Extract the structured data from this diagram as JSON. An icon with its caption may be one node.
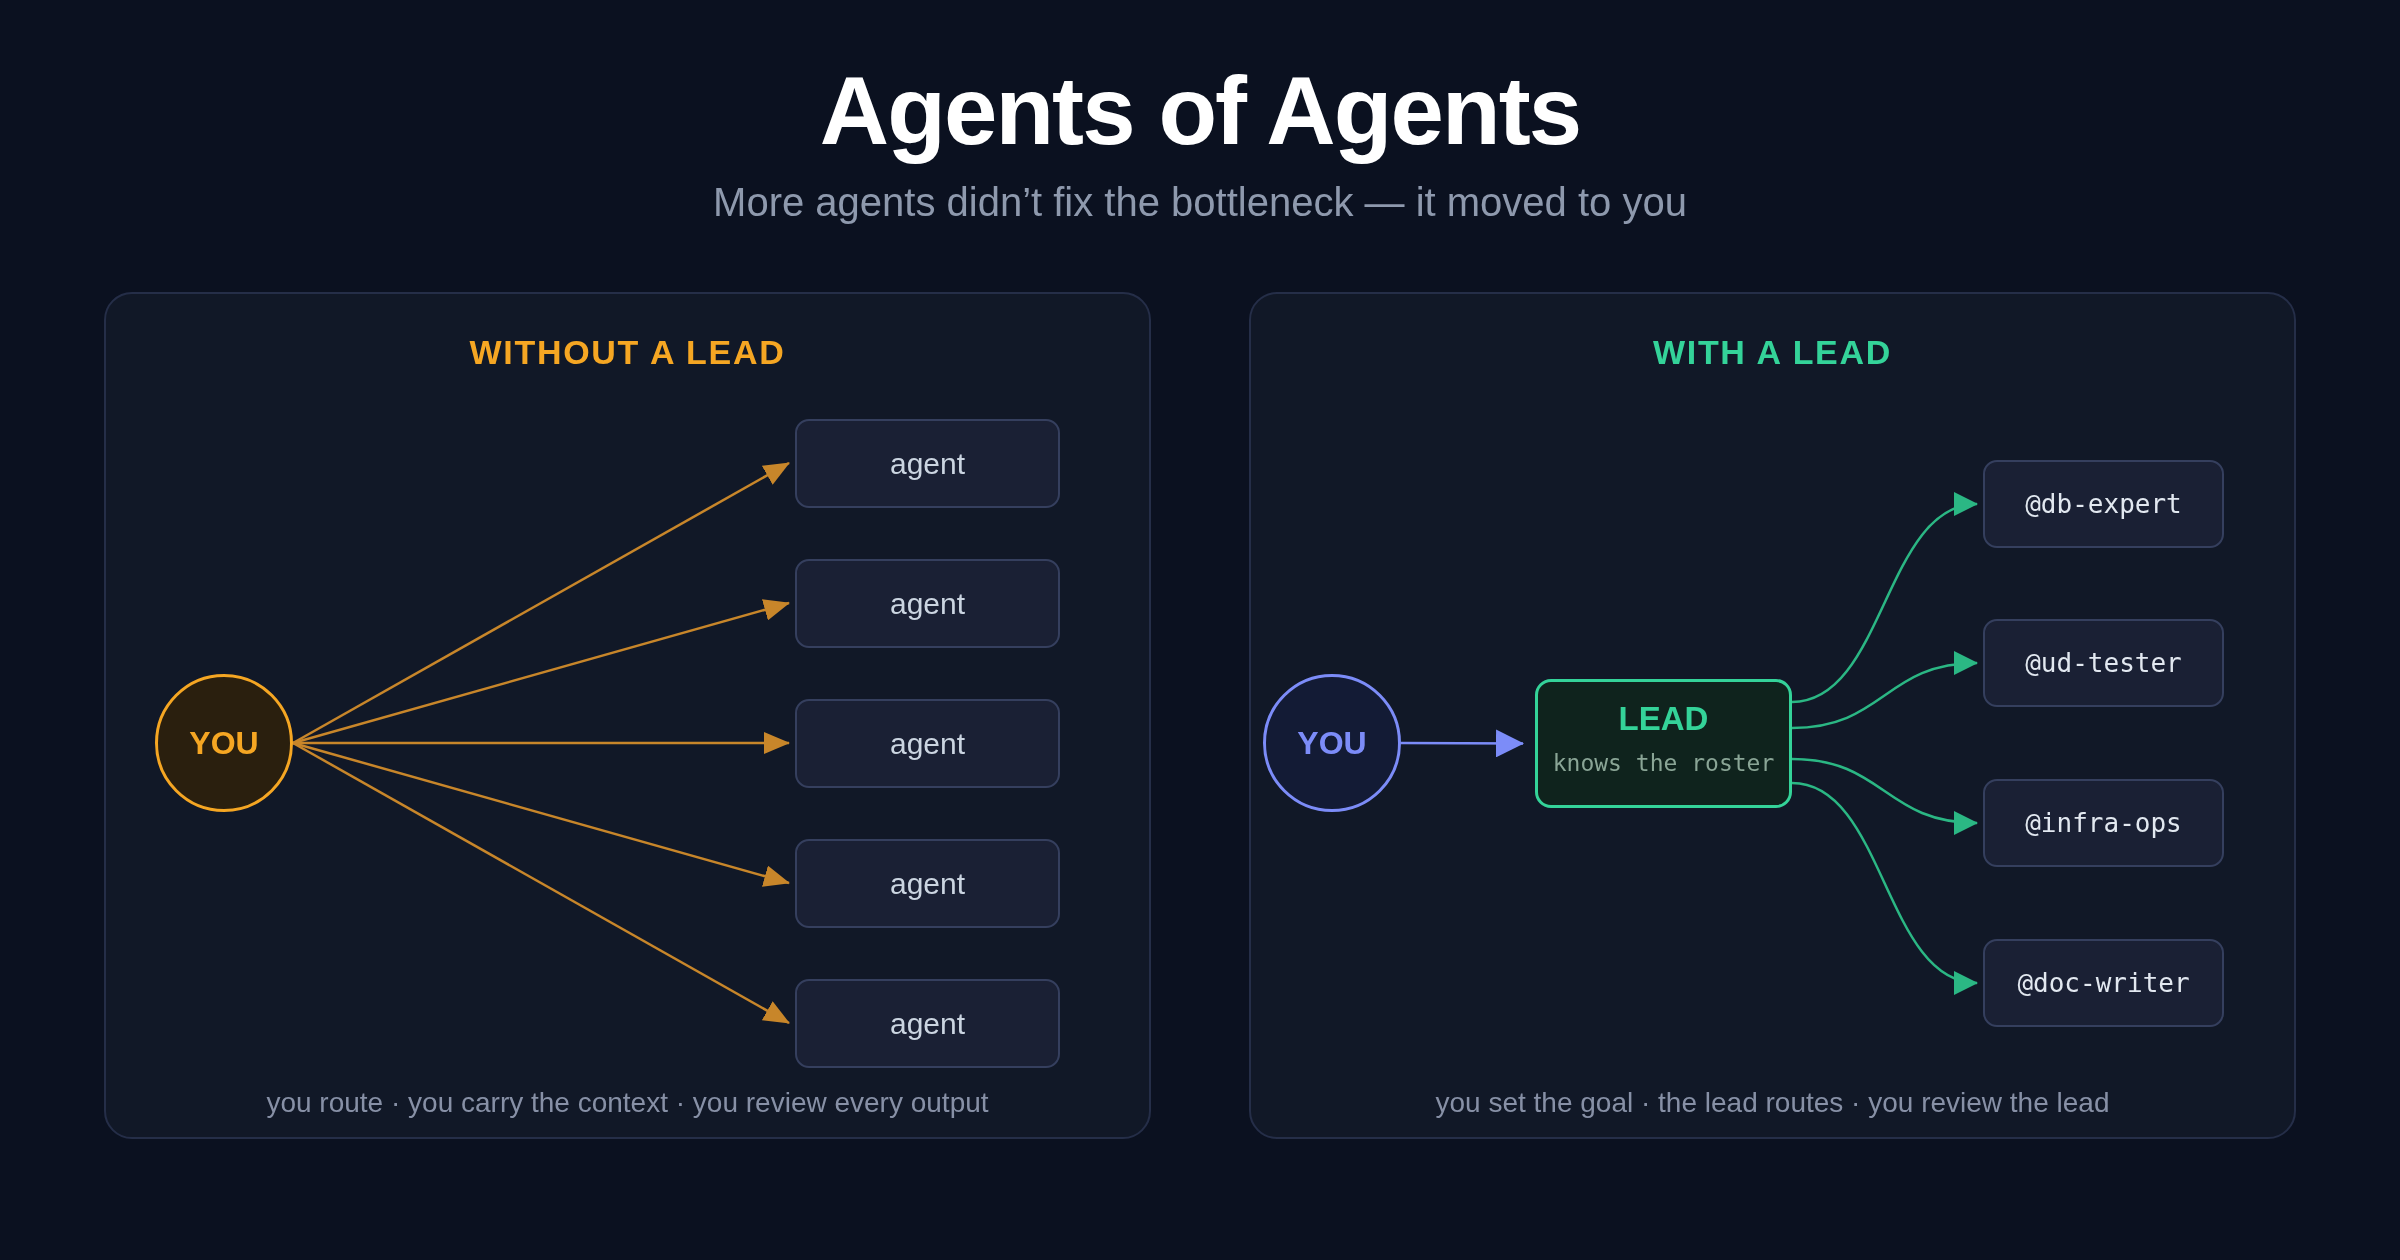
{
  "diagram": {
    "title": "Agents of Agents",
    "nodes": [
      {
        "text": [
          "WITHOUT A LEAD",
          "you route · you carry the context · you review every output"
        ]
      },
      {
        "text": [
          "YOU"
        ],
        "in": 0
      },
      {
        "text": [
          "agent"
        ],
        "in": 0
      },
      {
        "text": [
          "agent"
        ],
        "in": 0
      },
      {
        "text": [
          "agent"
        ],
        "in": 0
      },
      {
        "text": [
          "agent"
        ],
        "in": 0
      },
      {
        "text": [
          "agent"
        ],
        "in": 0
      },
      {
        "text": [
          "WITH A LEAD",
          "you set the goal · the lead routes · you review the lead"
        ]
      },
      {
        "text": [
          "YOU"
        ],
        "in": 7
      },
      {
        "text": [
          "LEAD",
          "knows the roster"
        ],
        "in": 7
      },
      {
        "text": [
          "@db-expert"
        ],
        "in": 7
      },
      {
        "text": [
          "@ud-tester"
        ],
        "in": 7
      },
      {
        "text": [
          "@infra-ops"
        ],
        "in": 7
      },
      {
        "text": [
          "@doc-writer"
        ],
        "in": 7
      }
    ],
    "edges": [
      {
        "from": 1,
        "to": 2,
        "arrow": "to"
      },
      {
        "from": 1,
        "to": 3,
        "arrow": "to"
      },
      {
        "from": 1,
        "to": 4,
        "arrow": "to"
      },
      {
        "from": 1,
        "to": 5,
        "arrow": "to"
      },
      {
        "from": 1,
        "to": 6,
        "arrow": "to"
      },
      {
        "from": 8,
        "to": 9,
        "arrow": "to",
        "color": "#7c8cf8"
      },
      {
        "from": 9,
        "to": 10,
        "arrow": "to",
        "color": "#2bb784"
      },
      {
        "from": 9,
        "to": 11,
        "arrow": "to",
        "color": "#2bb784"
      },
      {
        "from": 9,
        "to": 12,
        "arrow": "to",
        "color": "#2bb784"
      },
      {
        "from": 9,
        "to": 13,
        "arrow": "to",
        "color": "#2bb784"
      }
    ],
    "labels": [
      "More agents didn’t fix the bottleneck — it moved to you"
    ]
  }
}
